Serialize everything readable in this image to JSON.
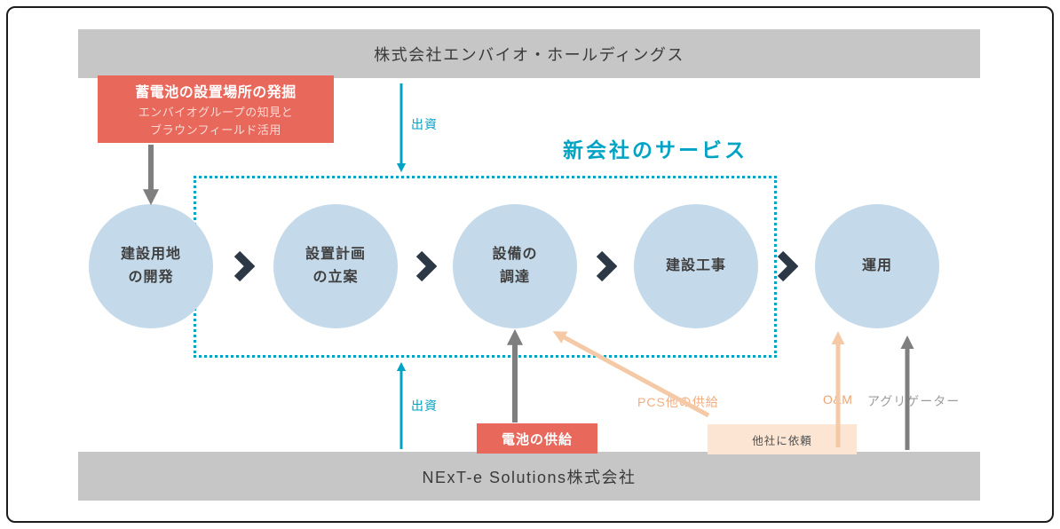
{
  "colors": {
    "accent_cyan": "#00a3c4",
    "salmon": "#e8685c",
    "circle_blue": "#c4d9e9",
    "peach_arrow": "#f5c9a6",
    "peach_box": "#fce6d3",
    "orange_text": "#f0a36e",
    "gray_bar": "#c6c6c6",
    "gray_arrow": "#7f7f7f",
    "chevron_dark": "#2c3845"
  },
  "top_company": {
    "label": "株式会社エンバイオ・ホールディングス"
  },
  "bottom_company": {
    "label": "NExT-e Solutions株式会社"
  },
  "callout": {
    "title": "蓄電池の設置場所の発掘",
    "body": "エンバイオグループの知見と\nブラウンフィールド活用"
  },
  "investment": {
    "top_label": "出資",
    "bottom_label": "出資"
  },
  "service_box": {
    "title": "新会社のサービス"
  },
  "steps": [
    {
      "label": "建設用地\nの開発"
    },
    {
      "label": "設置計画\nの立案"
    },
    {
      "label": "設備の\n調達"
    },
    {
      "label": "建設工事"
    },
    {
      "label": "運用"
    }
  ],
  "battery_supply": {
    "label": "電池の供給"
  },
  "pcs_supply": {
    "label": "PCS他の供給"
  },
  "outsourcing": {
    "label": "他社に依頼"
  },
  "om": {
    "label": "O&M"
  },
  "aggregator": {
    "label": "アグリゲーター"
  }
}
